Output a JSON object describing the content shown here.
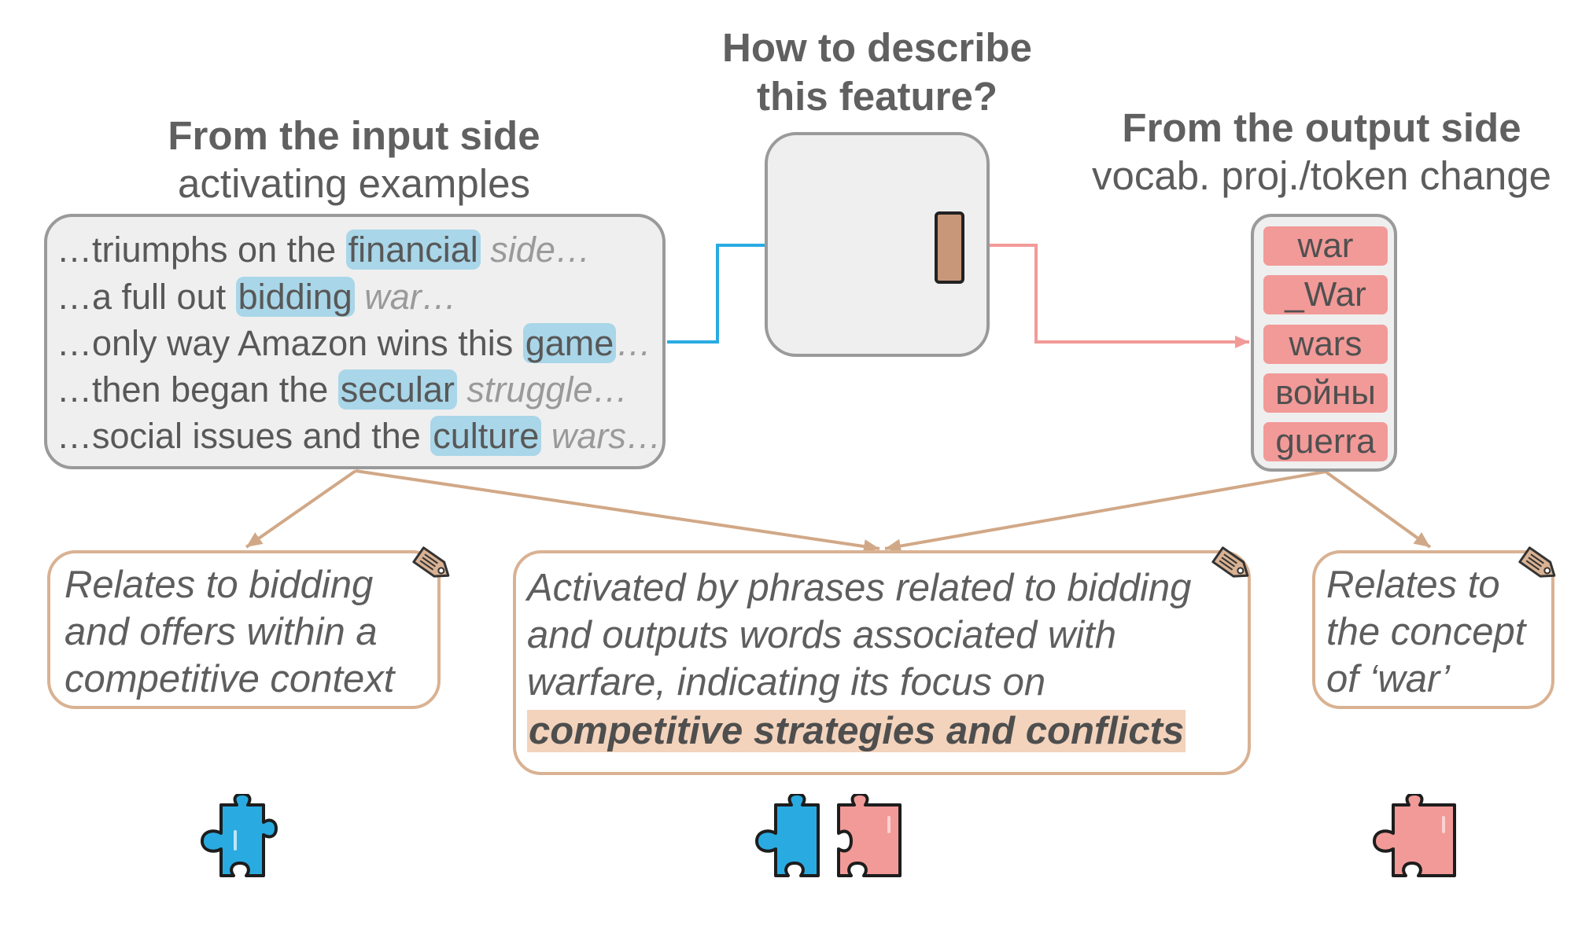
{
  "headings": {
    "center": [
      "How to describe",
      "this feature?"
    ],
    "left_title": "From the input side",
    "left_sub": "activating examples",
    "right_title": "From the output side",
    "right_sub": "vocab. proj./token change"
  },
  "input_examples": [
    {
      "pre": "…triumphs on the ",
      "hl": "financial",
      "post": "side…"
    },
    {
      "pre": "…a full out ",
      "hl": "bidding",
      "post": "war…"
    },
    {
      "pre": "…only way Amazon wins this ",
      "hl": "game",
      "post": "…"
    },
    {
      "pre": "…then began the ",
      "hl": "secular",
      "post": "struggle…"
    },
    {
      "pre": "…social issues and the ",
      "hl": "culture",
      "post": "wars…"
    }
  ],
  "output_tokens": [
    "war",
    "_War",
    "wars",
    "войны",
    "guerra"
  ],
  "descriptions": {
    "left": [
      "Relates to bidding",
      "and offers within a",
      "competitive context"
    ],
    "center": [
      "Activated by phrases related to bidding",
      "and outputs words associated with",
      "warfare, indicating its focus on"
    ],
    "center_highlight": "competitive strategies and conflicts",
    "right": [
      "Relates to",
      "the concept",
      "of ‘war’"
    ]
  },
  "colors": {
    "input_accent": "#29abe2",
    "output_accent": "#f29a98",
    "feature_fill": "#c8977a",
    "description_border": "#d9b293",
    "arrow_brown": "#d1a887",
    "highlight_blue": "#a9d6e8",
    "highlight_peach": "#f3d3bc"
  },
  "icons": [
    "price-tag-icon",
    "puzzle-piece-blue-icon",
    "puzzle-piece-pink-icon"
  ]
}
